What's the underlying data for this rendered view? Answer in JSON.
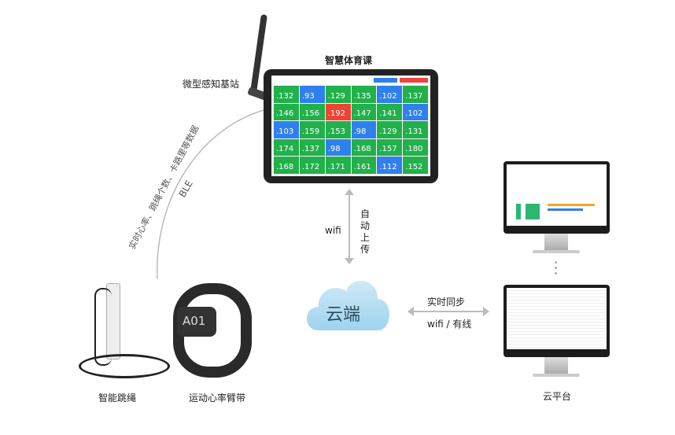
{
  "labels": {
    "tablet": "智慧体育课",
    "base_station": "微型感知基站",
    "ble": "BLE",
    "data_desc": "实时心率、跳绳个数、卡路里等数据",
    "wifi_up": "wifi",
    "auto_upload": "自动上传",
    "cloud": "云端",
    "sync": "实时同步",
    "sync_link": "wifi / 有线",
    "cloud_platform": "云平台",
    "jump_rope": "智能跳绳",
    "armband": "运动心率臂带",
    "armband_id": "A01"
  },
  "tiles": [
    {
      "v": ".132",
      "c": "#22b04b"
    },
    {
      "v": ".93",
      "c": "#2f80ed"
    },
    {
      "v": ".129",
      "c": "#22b04b"
    },
    {
      "v": ".135",
      "c": "#22b04b"
    },
    {
      "v": ".102",
      "c": "#2f80ed"
    },
    {
      "v": ".137",
      "c": "#22b04b"
    },
    {
      "v": ".146",
      "c": "#22b04b"
    },
    {
      "v": ".156",
      "c": "#22b04b"
    },
    {
      "v": ".192",
      "c": "#ee4433"
    },
    {
      "v": ".147",
      "c": "#22b04b"
    },
    {
      "v": ".141",
      "c": "#22b04b"
    },
    {
      "v": ".102",
      "c": "#2f80ed"
    },
    {
      "v": ".103",
      "c": "#2f80ed"
    },
    {
      "v": ".159",
      "c": "#22b04b"
    },
    {
      "v": ".153",
      "c": "#22b04b"
    },
    {
      "v": ".98",
      "c": "#2f80ed"
    },
    {
      "v": ".129",
      "c": "#22b04b"
    },
    {
      "v": ".131",
      "c": "#22b04b"
    },
    {
      "v": ".174",
      "c": "#22b04b"
    },
    {
      "v": ".137",
      "c": "#22b04b"
    },
    {
      "v": ".98",
      "c": "#2f80ed"
    },
    {
      "v": ".168",
      "c": "#22b04b"
    },
    {
      "v": ".157",
      "c": "#22b04b"
    },
    {
      "v": ".180",
      "c": "#22b04b"
    },
    {
      "v": ".168",
      "c": "#22b04b"
    },
    {
      "v": ".172",
      "c": "#22b04b"
    },
    {
      "v": ".171",
      "c": "#22b04b"
    },
    {
      "v": ".161",
      "c": "#22b04b"
    },
    {
      "v": ".112",
      "c": "#2f80ed"
    },
    {
      "v": ".152",
      "c": "#22b04b"
    }
  ]
}
